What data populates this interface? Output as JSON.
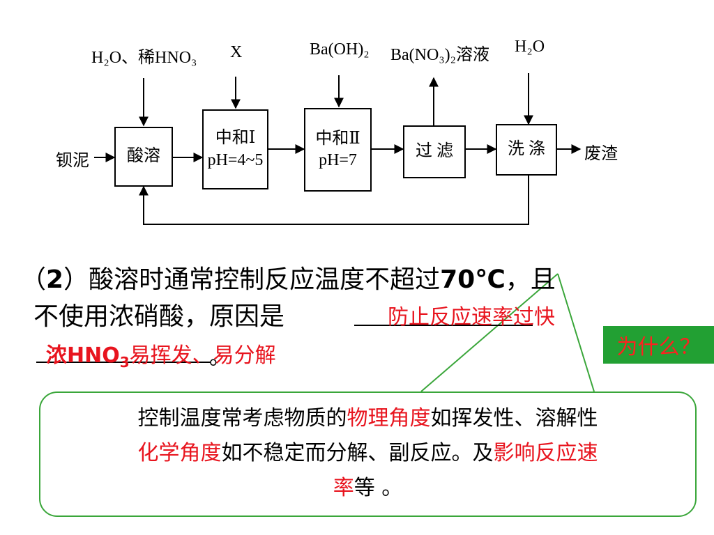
{
  "flowchart": {
    "inputs": {
      "acid": "H₂O、稀HNO₃",
      "x": "X",
      "baoh": "Ba(OH)₂",
      "bano3": "Ba(NO₃)₂溶液",
      "water": "H₂O"
    },
    "start": "钡泥",
    "end": "废渣",
    "steps": {
      "dissolve": "酸溶",
      "neutral1_line1": "中和Ⅰ",
      "neutral1_line2": "pH=4~5",
      "neutral2_line1": "中和Ⅱ",
      "neutral2_line2": "pH=7",
      "filter": "过 滤",
      "wash": "洗 涤"
    }
  },
  "question": {
    "prefix": "（",
    "number": "2",
    "line1_text": "）酸溶时通常控制反应温度不超过",
    "temperature": "70℃",
    "line1_end": "，且",
    "line2_text": "不使用浓硝酸，原因是",
    "answer1": "防止反应速率过快",
    "answer2_pre": "浓HNO",
    "answer2_sub": "3",
    "answer2_post": "易挥发、易分解",
    "period": "。"
  },
  "why_label": "为什么？",
  "note": {
    "p1_a": "控制温度常考虑物质的",
    "p1_b": "物理角度",
    "p1_c": "如挥发性、溶解性",
    "p2_a": "化学角度",
    "p2_b": "如不稳定而分解、副反应。及",
    "p2_c": "影响反应速",
    "p3_a": "率",
    "p3_b": "等 。"
  },
  "colors": {
    "red": "#e8141e",
    "green_badge": "#22a033",
    "green_border": "#3aa63a"
  }
}
